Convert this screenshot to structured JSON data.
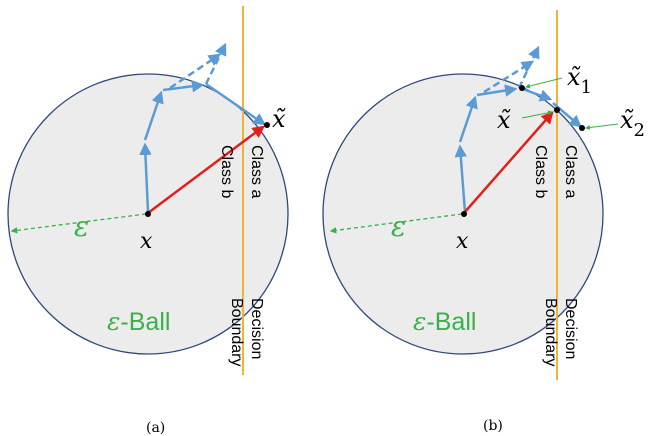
{
  "panels": [
    {
      "caption": "(a)",
      "eps": "ε",
      "center": "x",
      "adv": "x̃",
      "ball_eps": "ε",
      "ball_text": "-Ball",
      "class_a": "Class a",
      "class_b": "Class b",
      "boundary_1": "Decision",
      "boundary_2": "Boundary"
    },
    {
      "caption": "(b)",
      "eps": "ε",
      "center": "x",
      "adv": "x̃",
      "adv1_base": "x̃",
      "adv1_sub": "1",
      "adv2_base": "x̃",
      "adv2_sub": "2",
      "ball_eps": "ε",
      "ball_text": "-Ball",
      "class_a": "Class a",
      "class_b": "Class b",
      "boundary_1": "Decision",
      "boundary_2": "Boundary"
    }
  ],
  "colors": {
    "ball_fill": "#ececec",
    "ball_stroke": "#2f4a7a",
    "boundary": "#f2b335",
    "path": "#5b9bd5",
    "perturbation": "#e0201b",
    "epsilon": "#3ab04a",
    "text": "#000000"
  }
}
